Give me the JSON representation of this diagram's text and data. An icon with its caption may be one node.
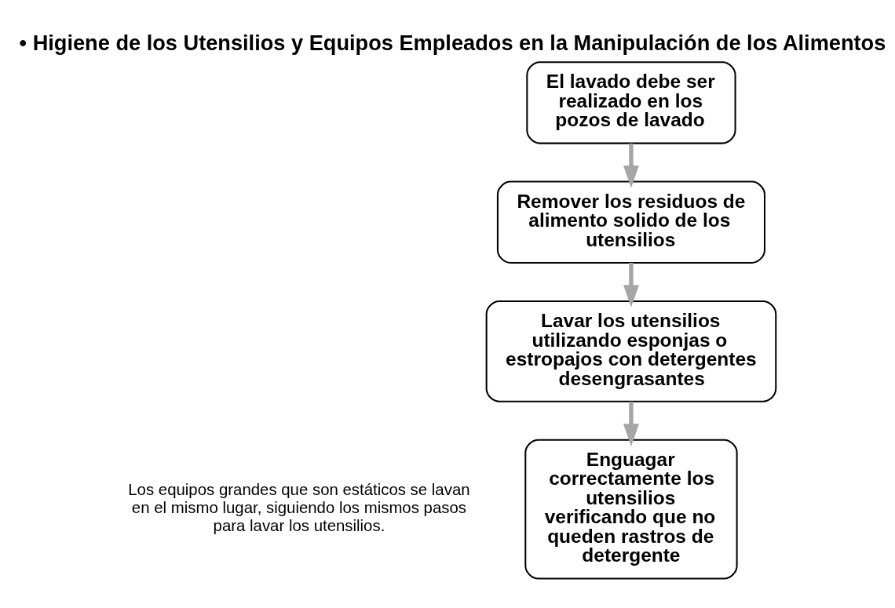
{
  "diagram": {
    "title": "• Higiene de los Utensilios y Equipos Empleados en la Manipulación de los Alimentos",
    "nodes": [
      {
        "text": [
          "El lavado debe ser realizado en los pozos de lavado"
        ]
      },
      {
        "text": [
          "Remover los residuos de alimento solido de los utensilios"
        ]
      },
      {
        "text": [
          "Lavar los utensilios utilizando esponjas o estropajos con detergentes desengrasantes"
        ]
      },
      {
        "text": [
          "Enguagar correctamente los utensilios verificando que no queden rastros de detergente"
        ]
      }
    ],
    "edges": [
      {
        "from": 0,
        "to": 1,
        "arrow": "to"
      },
      {
        "from": 1,
        "to": 2,
        "arrow": "to"
      },
      {
        "from": 2,
        "to": 3,
        "arrow": "to"
      }
    ],
    "labels": [
      "Los equipos grandes que son estáticos se lavan en el mismo lugar, siguiendo los mismos pasos para lavar los utensilios."
    ]
  }
}
